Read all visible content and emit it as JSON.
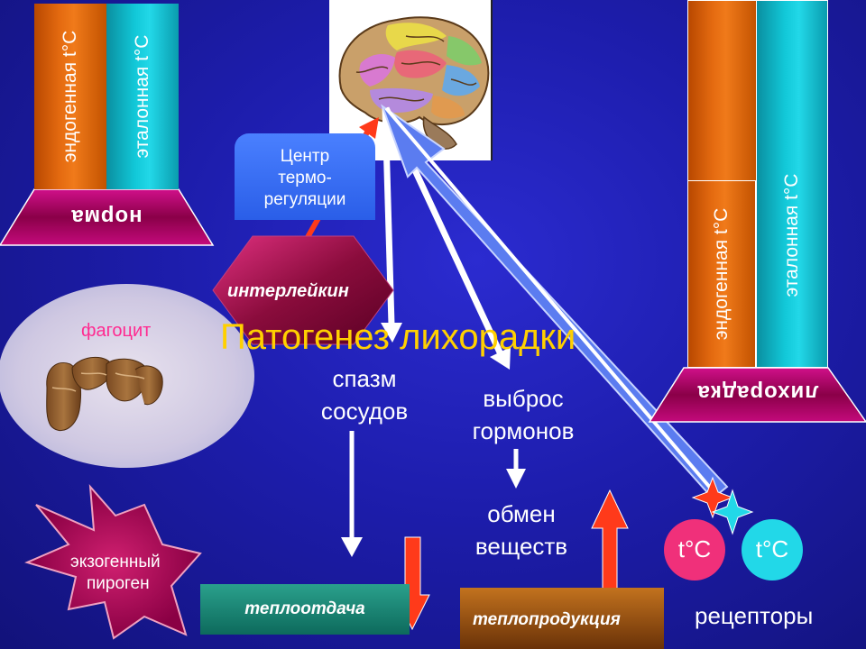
{
  "title": "Патогенез лихорадки",
  "left_panel": {
    "bar_endogenous": "эндогенная t°C",
    "bar_reference": "эталонная t°C",
    "base_label": "норма"
  },
  "right_panel": {
    "bar_endogenous": "эндогенная t°C",
    "bar_reference": "эталонная t°C",
    "base_label": "лихорадка"
  },
  "center": {
    "line1": "Центр",
    "line2": "термо-",
    "line3": "регуляции"
  },
  "nodes": {
    "interleukin": "интерлейкин",
    "phagocyte": "фагоцит",
    "pyrogen_line1": "экзогенный",
    "pyrogen_line2": "пироген",
    "spasm_line1": "спазм",
    "spasm_line2": "сосудов",
    "hormones_line1": "выброс",
    "hormones_line2": "гормонов",
    "metabolism_line1": "обмен",
    "metabolism_line2": "веществ",
    "heat_loss": "теплоотдача",
    "heat_production": "теплопродукция",
    "receptors": "рецепторы",
    "receptor_1": "t°C",
    "receptor_2": "t°C"
  },
  "colors": {
    "background": "#1d1dac",
    "orange": "#f07a1a",
    "cyan": "#22d8e8",
    "magenta": "#b0005e",
    "red_arrow": "#ff3a1a",
    "blue_arrow": "#5b7cf0"
  }
}
